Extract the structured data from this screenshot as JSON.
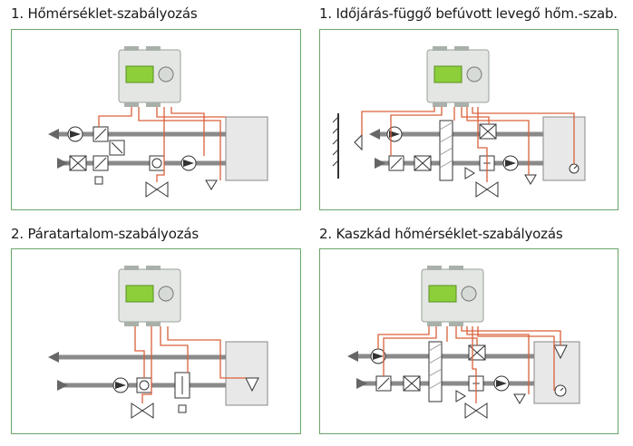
{
  "panels": [
    {
      "id": "p1",
      "title": "1. Hőmérséklet-szabályozás"
    },
    {
      "id": "p2",
      "title": "1. Időjárás-függő befúvott levegő hőm.-szab."
    },
    {
      "id": "p3",
      "title": "2. Páratartalom-szabályozás"
    },
    {
      "id": "p4",
      "title": "2. Kaszkád hőmérséklet-szabályozás"
    }
  ],
  "colors": {
    "frame": "#6aa56a",
    "wire": "#d9603a",
    "duct": "#8a8a8a",
    "controller_screen": "#8ccf3a"
  }
}
